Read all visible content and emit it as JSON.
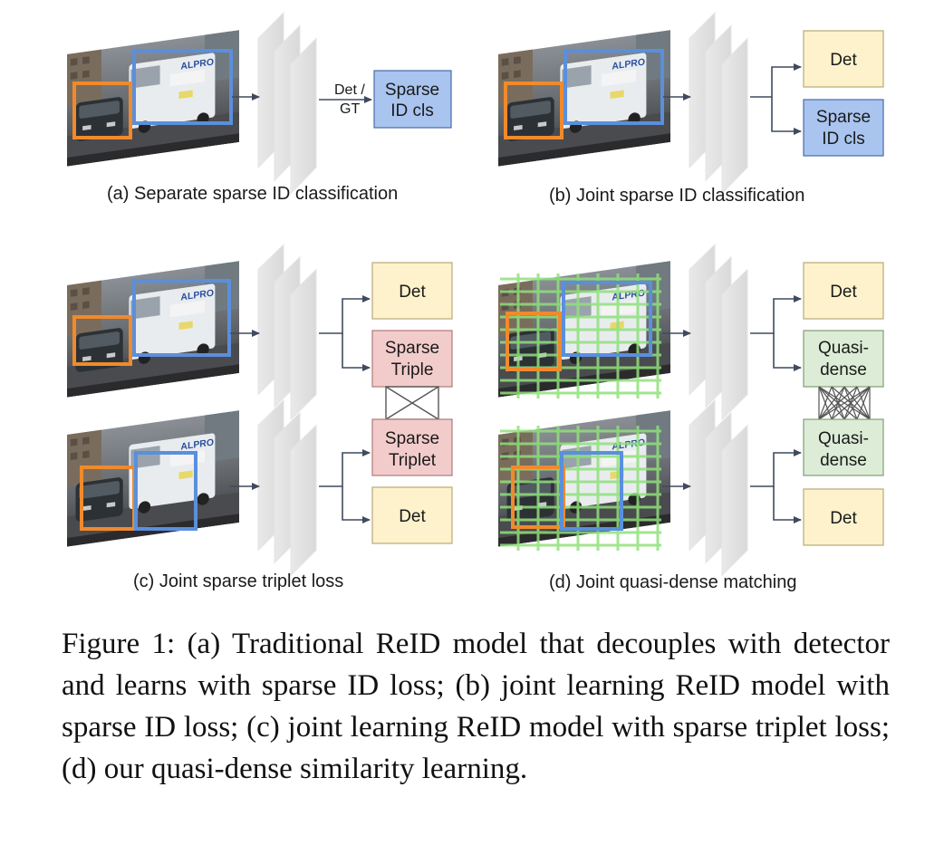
{
  "panels": {
    "a": {
      "caption": "(a) Separate sparse ID classification",
      "edge_label_line1": "Det /",
      "edge_label_line2": "GT",
      "head_line1": "Sparse",
      "head_line2": "ID cls"
    },
    "b": {
      "caption": "(b) Joint sparse ID classification",
      "det_label": "Det",
      "head_line1": "Sparse",
      "head_line2": "ID cls"
    },
    "c": {
      "caption": "(c) Joint sparse triplet loss",
      "det_label_top": "Det",
      "triple_line1": "Sparse",
      "triple_line2": "Triple",
      "triplet_line1": "Sparse",
      "triplet_line2": "Triplet",
      "det_label_bottom": "Det"
    },
    "d": {
      "caption": "(d) Joint quasi-dense matching",
      "det_label_top": "Det",
      "qd_top_line1": "Quasi-",
      "qd_top_line2": "dense",
      "qd_bottom_line1": "Quasi-",
      "qd_bottom_line2": "dense",
      "det_label_bottom": "Det"
    }
  },
  "van_text": "ALPRO",
  "figure_caption": "Figure 1: (a) Traditional ReID model that decouples with detector and learns with sparse ID loss; (b) joint learning ReID model with sparse ID loss; (c) joint learning ReID model with sparse triplet loss; (d) our quasi-dense similarity learning.",
  "colors": {
    "det_box": "#fdf2cc",
    "id_box": "#a9c4ef",
    "triplet_box": "#f2cccb",
    "quasi_box": "#dcecd6",
    "orange_bbox": "#f08a2c",
    "blue_bbox": "#5a8fdc",
    "green_bbox": "#8fe07a",
    "arrow": "#3f4a5e"
  }
}
